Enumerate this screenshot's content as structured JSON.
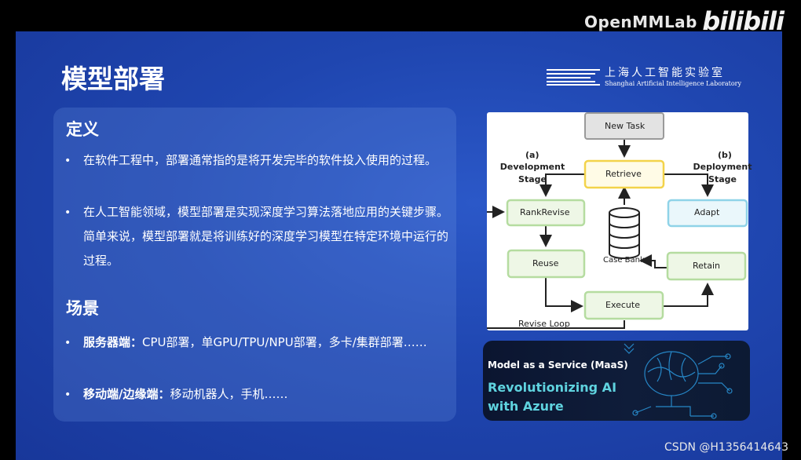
{
  "brand": "OpenMMLab",
  "video_logo": "bilibili",
  "watermark": "CSDN @H1356414643",
  "slide": {
    "title": "模型部署",
    "lab_logo": {
      "name_cn": "上海人工智能实验室",
      "name_en": "Shanghai Artificial Intelligence Laboratory"
    },
    "sections": [
      {
        "heading": "定义",
        "bullets": [
          {
            "bold": "",
            "text": "在软件工程中，部署通常指的是将开发完毕的软件投入使用的过程。"
          },
          {
            "bold": "",
            "text": "在人工智能领域，模型部署是实现深度学习算法落地应用的关键步骤。简单来说，模型部署就是将训练好的深度学习模型在特定环境中运行的过程。"
          }
        ]
      },
      {
        "heading": "场景",
        "bullets": [
          {
            "bold": "服务器端：",
            "text": "CPU部署，单GPU/TPU/NPU部署，多卡/集群部署……"
          },
          {
            "bold": "移动端/边缘端：",
            "text": "移动机器人，手机……"
          }
        ]
      }
    ],
    "diagram": {
      "stage_a_letter": "(a)",
      "stage_a_name": "Development Stage",
      "stage_b_letter": "(b)",
      "stage_b_name": "Deployment Stage",
      "nodes": {
        "new_task": "New Task",
        "retrieve": "Retrieve",
        "rank_revise": "RankRevise",
        "adapt": "Adapt",
        "case_bank": "Case Bank",
        "reuse": "Reuse",
        "retain": "Retain",
        "execute": "Execute"
      },
      "loop_label": "Revise Loop"
    },
    "banner": {
      "subtitle": "Model as a Service (MaaS)",
      "title": "Revolutionizing AI with Azure"
    }
  }
}
